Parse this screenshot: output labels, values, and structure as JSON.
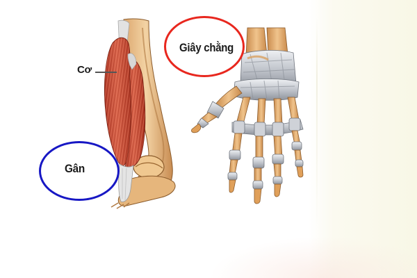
{
  "diagram": {
    "subject": "Muscle, tendon and ligament anatomy",
    "labels": {
      "muscle": "Cơ",
      "tendon": "Gân",
      "ligament": "Giây chằng"
    },
    "callouts": [
      {
        "label_ref": "tendon",
        "color": "#1717c4",
        "shape": "ellipse"
      },
      {
        "label_ref": "ligament",
        "color": "#e8271e",
        "shape": "ellipse"
      }
    ],
    "illustrations": [
      {
        "name": "arm-muscle",
        "colors": {
          "muscle": "#c9513a",
          "bone": "#e3b27a",
          "tendon": "#dcdcdc"
        }
      },
      {
        "name": "hand-skeleton",
        "colors": {
          "bone": "#e0a05a",
          "ligament": "#c9ccd2"
        }
      }
    ],
    "colors": {
      "background": "#ffffff",
      "right_tint": "#f8f7e6"
    }
  }
}
